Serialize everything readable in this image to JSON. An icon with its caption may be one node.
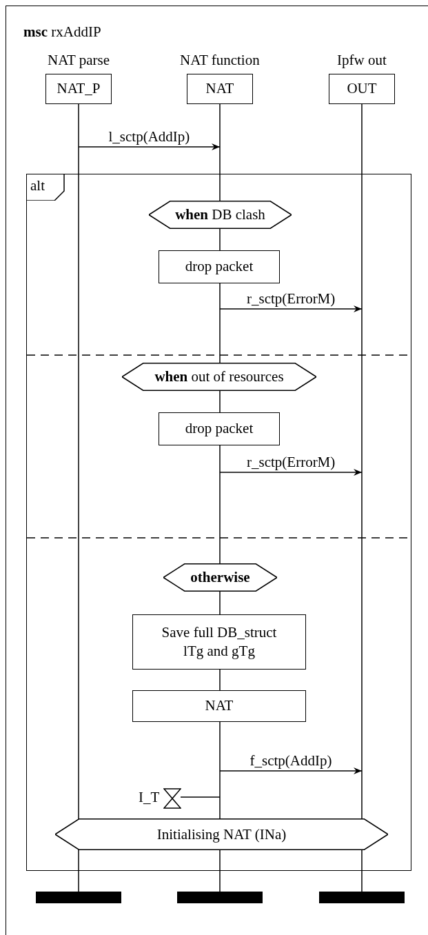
{
  "diagram": {
    "title": "**msc** rxAddIP",
    "nodes": [
      {
        "text": [
          "NAT_P"
        ],
        "beside": [
          "NAT parse"
        ]
      },
      {
        "text": [
          "NAT"
        ],
        "beside": [
          "NAT function"
        ]
      },
      {
        "text": [
          "OUT"
        ],
        "beside": [
          "Ipfw out"
        ]
      },
      {
        "text": [
          "alt"
        ]
      },
      {
        "text": [
          "**when** DB clash"
        ],
        "in": 3
      },
      {
        "text": [
          "drop packet"
        ],
        "in": 3
      },
      {
        "text": [
          "**when** out of resources"
        ],
        "in": 3
      },
      {
        "text": [
          "drop packet"
        ],
        "in": 3
      },
      {
        "text": [
          "**otherwise**"
        ],
        "in": 3
      },
      {
        "text": [
          "Save full DB_struct lTg and gTg"
        ],
        "in": 3
      },
      {
        "text": [
          "NAT"
        ],
        "in": 3
      },
      {
        "text": [
          "I_T"
        ],
        "in": 3
      },
      {
        "text": [
          "Initialising NAT (INa)"
        ],
        "in": 3
      },
      {
        "text": [],
        "shape": "bar"
      },
      {
        "text": [],
        "shape": "bar"
      },
      {
        "text": [],
        "shape": "bar"
      }
    ],
    "edges": [
      {
        "from": 0,
        "to": 1,
        "label": "l_sctp(AddIp)",
        "arrow": "to"
      },
      {
        "from": 1,
        "to": 2,
        "label": "r_sctp(ErrorM)",
        "arrow": "to"
      },
      {
        "from": 1,
        "to": 2,
        "label": "r_sctp(ErrorM)",
        "arrow": "to"
      },
      {
        "from": 1,
        "to": 2,
        "label": "f_sctp(AddIp)",
        "arrow": "to"
      },
      {
        "from": 1,
        "to": 11,
        "arrow": "none"
      }
    ]
  }
}
